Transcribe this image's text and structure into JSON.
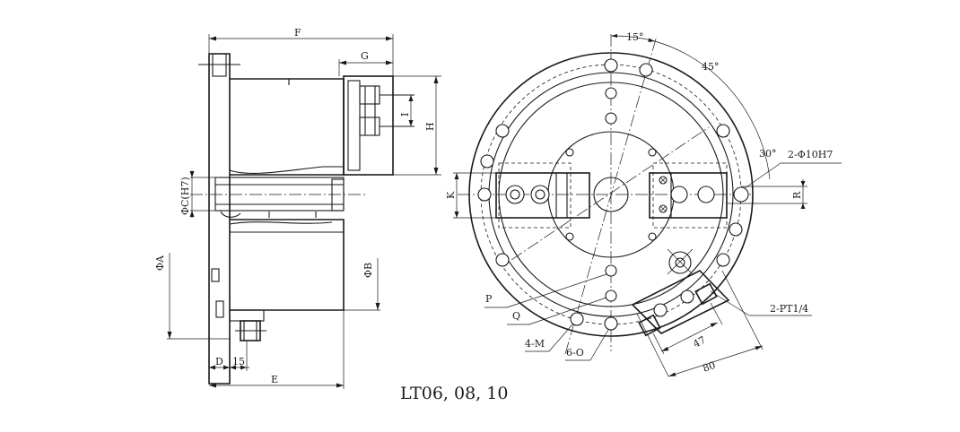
{
  "caption": "LT06, 08, 10",
  "side_view": {
    "labels": {
      "F": "F",
      "G": "G",
      "H": "H",
      "I": "I",
      "K": "K",
      "phiC": "ΦC(H7)",
      "phiA": "ΦA",
      "phiB": "ΦB",
      "D": "D",
      "d15": "15",
      "E": "E"
    }
  },
  "front_view": {
    "labels": {
      "a15": "15°",
      "a45": "45°",
      "a30": "30°",
      "holes": "2-Φ10H7",
      "R": "R",
      "P": "P",
      "Q": "Q",
      "M": "4-M",
      "O": "6-O",
      "pt": "2-PT1/4",
      "d47": "47",
      "d80": "80"
    }
  }
}
